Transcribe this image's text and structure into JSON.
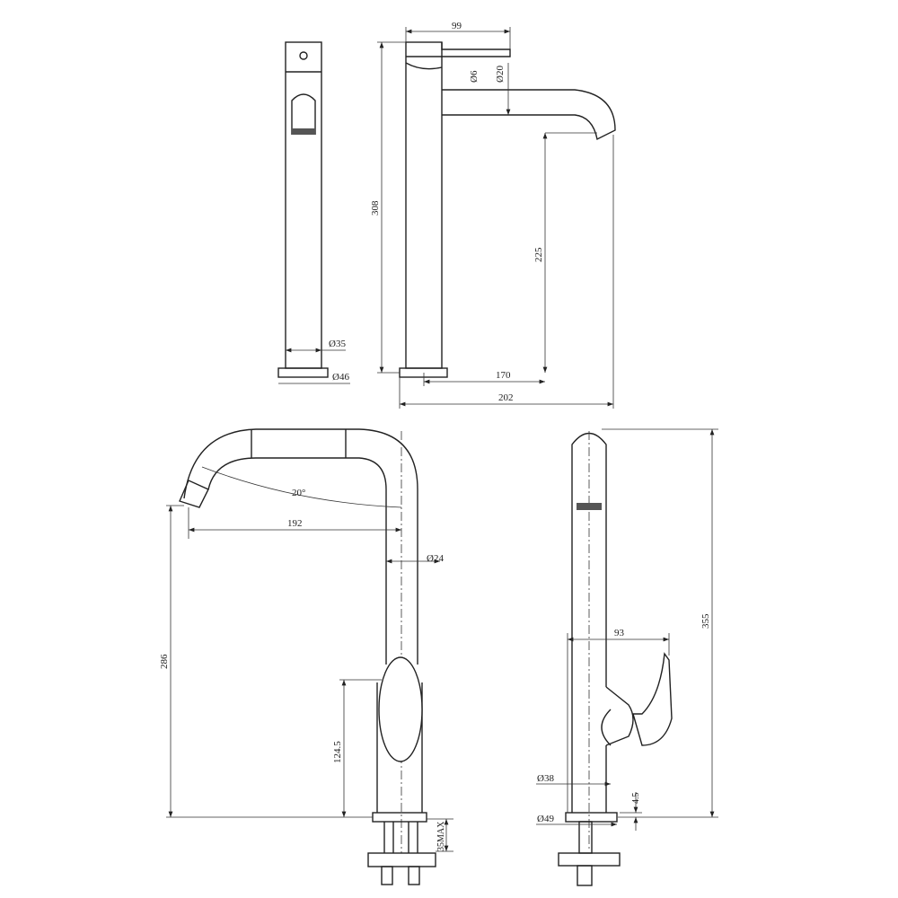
{
  "top_left": {
    "d35": "Ø35",
    "d46": "Ø46"
  },
  "top_right": {
    "w99": "99",
    "d6": "Ø6",
    "d20": "Ø20",
    "h308": "308",
    "h225": "225",
    "w170": "170",
    "w202": "202"
  },
  "bottom_left": {
    "angle": "20°",
    "w192": "192",
    "d24": "Ø24",
    "h286": "286",
    "h124": "124.5",
    "max35": "35MAX"
  },
  "bottom_right": {
    "w93": "93",
    "h355": "355",
    "d38": "Ø38",
    "d49": "Ø49",
    "h45": "4.5"
  }
}
